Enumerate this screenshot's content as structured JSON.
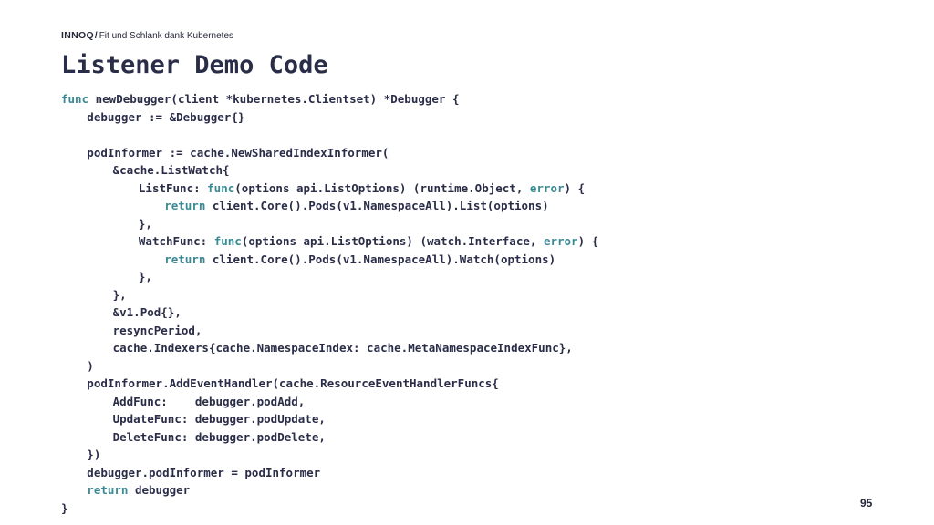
{
  "header": {
    "brand": "INNOQ",
    "separator": "/",
    "subtitle": "Fit und Schlank dank Kubernetes"
  },
  "slide": {
    "title": "Listener Demo Code",
    "page_number": "95"
  },
  "colors": {
    "text": "#2a2d48",
    "keyword": "#3a8a94",
    "background": "#ffffff"
  },
  "code_lines": [
    {
      "indent": 0,
      "tokens": [
        {
          "t": "func",
          "kw": true
        },
        {
          "t": " newDebugger(client *kubernetes.Clientset) *Debugger {"
        }
      ]
    },
    {
      "indent": 1,
      "tokens": [
        {
          "t": "debugger := &Debugger{}"
        }
      ]
    },
    {
      "indent": 0,
      "tokens": []
    },
    {
      "indent": 1,
      "tokens": [
        {
          "t": "podInformer := cache.NewSharedIndexInformer("
        }
      ]
    },
    {
      "indent": 2,
      "tokens": [
        {
          "t": "&cache.ListWatch{"
        }
      ]
    },
    {
      "indent": 3,
      "tokens": [
        {
          "t": "ListFunc: "
        },
        {
          "t": "func",
          "kw": true
        },
        {
          "t": "(options api.ListOptions) (runtime.Object, "
        },
        {
          "t": "error",
          "kw": true
        },
        {
          "t": ") {"
        }
      ]
    },
    {
      "indent": 4,
      "tokens": [
        {
          "t": "return",
          "kw": true
        },
        {
          "t": " client.Core().Pods(v1.NamespaceAll).List(options)"
        }
      ]
    },
    {
      "indent": 3,
      "tokens": [
        {
          "t": "},"
        }
      ]
    },
    {
      "indent": 3,
      "tokens": [
        {
          "t": "WatchFunc: "
        },
        {
          "t": "func",
          "kw": true
        },
        {
          "t": "(options api.ListOptions) (watch.Interface, "
        },
        {
          "t": "error",
          "kw": true
        },
        {
          "t": ") {"
        }
      ]
    },
    {
      "indent": 4,
      "tokens": [
        {
          "t": "return",
          "kw": true
        },
        {
          "t": " client.Core().Pods(v1.NamespaceAll).Watch(options)"
        }
      ]
    },
    {
      "indent": 3,
      "tokens": [
        {
          "t": "},"
        }
      ]
    },
    {
      "indent": 2,
      "tokens": [
        {
          "t": "},"
        }
      ]
    },
    {
      "indent": 2,
      "tokens": [
        {
          "t": "&v1.Pod{},"
        }
      ]
    },
    {
      "indent": 2,
      "tokens": [
        {
          "t": "resyncPeriod,"
        }
      ]
    },
    {
      "indent": 2,
      "tokens": [
        {
          "t": "cache.Indexers{cache.NamespaceIndex: cache.MetaNamespaceIndexFunc},"
        }
      ]
    },
    {
      "indent": 1,
      "tokens": [
        {
          "t": ")"
        }
      ]
    },
    {
      "indent": 1,
      "tokens": [
        {
          "t": "podInformer.AddEventHandler(cache.ResourceEventHandlerFuncs{"
        }
      ]
    },
    {
      "indent": 2,
      "tokens": [
        {
          "t": "AddFunc:    debugger.podAdd,"
        }
      ]
    },
    {
      "indent": 2,
      "tokens": [
        {
          "t": "UpdateFunc: debugger.podUpdate,"
        }
      ]
    },
    {
      "indent": 2,
      "tokens": [
        {
          "t": "DeleteFunc: debugger.podDelete,"
        }
      ]
    },
    {
      "indent": 1,
      "tokens": [
        {
          "t": "})"
        }
      ]
    },
    {
      "indent": 1,
      "tokens": [
        {
          "t": "debugger.podInformer = podInformer"
        }
      ]
    },
    {
      "indent": 1,
      "tokens": [
        {
          "t": "return",
          "kw": true
        },
        {
          "t": " debugger"
        }
      ]
    },
    {
      "indent": 0,
      "tokens": [
        {
          "t": "}"
        }
      ]
    }
  ]
}
